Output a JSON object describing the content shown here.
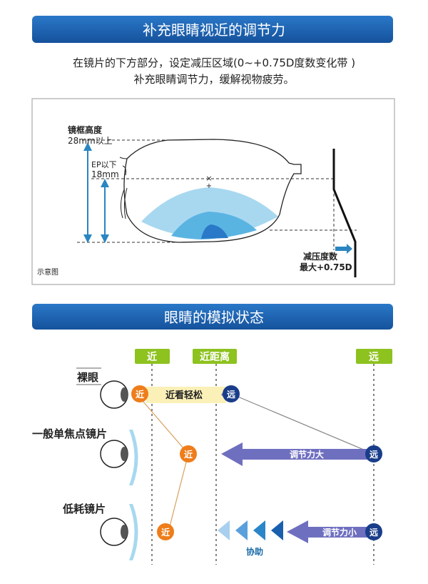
{
  "section1": {
    "title": "补充眼睛视近的调节力",
    "desc_line1": "在镜片的下方部分，设定减压区域(0~+0.75D度数变化带 )",
    "desc_line2": "补充眼睛调节力，缓解视物疲劳。",
    "diagram": {
      "frame_height_label": "镜框高度",
      "frame_height_value": "28mm以上",
      "ep_label": "EP以下",
      "ep_value": "18mm",
      "cross_mark": "×",
      "plus_mark": "+",
      "decompress_label": "减压度数",
      "decompress_value": "最大+0.75D",
      "caption": "示意图"
    }
  },
  "section2": {
    "title": "眼睛的模拟状态",
    "columns": [
      "近",
      "近距离",
      "远"
    ],
    "rows": [
      {
        "label": "裸眼",
        "near": "近",
        "far": "远",
        "band": "近看轻松"
      },
      {
        "label": "一般单焦点镜片",
        "near": "近",
        "far": "远",
        "arrow": "调节力大"
      },
      {
        "label": "低耗镜片",
        "near": "近",
        "far": "远",
        "arrow": "调节力小",
        "assist": "协助"
      }
    ]
  },
  "colors": {
    "banner": "#1a5fae",
    "green_tag": "#8dc21f",
    "orange": "#ee7d1b",
    "navy": "#1a3d8a",
    "purple": "#6f6fc0",
    "zone_light": "#a8d8f0",
    "zone_mid": "#5ab4e2",
    "zone_dark": "#2a78c8"
  }
}
